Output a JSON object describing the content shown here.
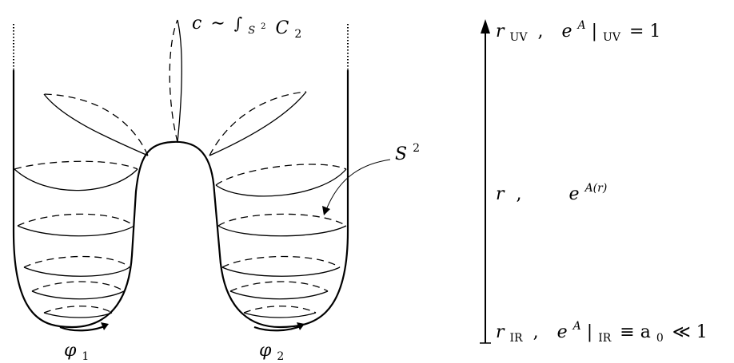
{
  "labels": {
    "top": {
      "c": "c",
      "sim": "∼",
      "int": "∫",
      "sub": "S",
      "subsup": "2",
      "C": "C",
      "Csub": "2"
    },
    "s2": {
      "base": "S",
      "sup": "2"
    },
    "phi1": {
      "base": "φ",
      "sub": "1"
    },
    "phi2": {
      "base": "φ",
      "sub": "2"
    }
  },
  "axis": {
    "uv": {
      "r": "r",
      "rsub": "UV",
      "comma": ",",
      "e": "e",
      "esup": "A",
      "cond": "|",
      "condsub": "UV",
      "rhs": "= 1"
    },
    "mid": {
      "r": "r",
      "comma": ",",
      "e": "e",
      "esup": "A(r)"
    },
    "ir": {
      "r": "r",
      "rsub": "IR",
      "comma": ",",
      "e": "e",
      "esup": "A",
      "cond": "|",
      "condsub": "IR",
      "rhs1": "≡ a",
      "rhs1sub": "0",
      "rhs2": "≪ 1"
    }
  }
}
